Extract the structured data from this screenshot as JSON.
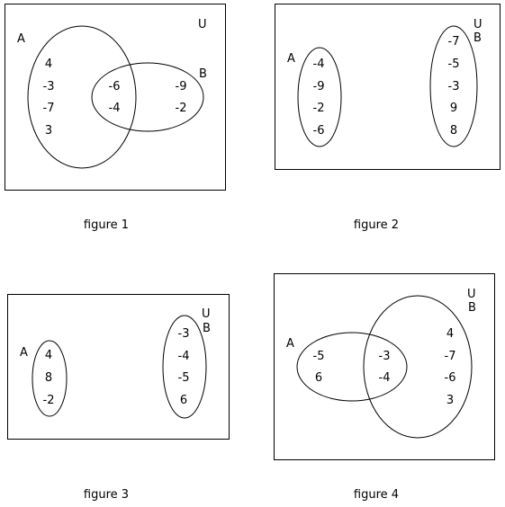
{
  "figures": [
    {
      "caption": "figure 1",
      "universe_label": "U",
      "set_a": {
        "label": "A",
        "only": [
          "4",
          "-3",
          "-7",
          "3"
        ]
      },
      "set_b": {
        "label": "B",
        "only": [
          "-9",
          "-2"
        ]
      },
      "intersection": [
        "-6",
        "-4"
      ]
    },
    {
      "caption": "figure 2",
      "universe_label": "U",
      "set_a": {
        "label": "A",
        "values": [
          "-4",
          "-9",
          "-2",
          "-6"
        ]
      },
      "set_b": {
        "label": "B",
        "values": [
          "-7",
          "-5",
          "-3",
          "9",
          "8"
        ]
      }
    },
    {
      "caption": "figure 3",
      "universe_label": "U",
      "set_a": {
        "label": "A",
        "values": [
          "4",
          "8",
          "-2"
        ]
      },
      "set_b": {
        "label": "B",
        "values": [
          "-3",
          "-4",
          "-5",
          "6"
        ]
      }
    },
    {
      "caption": "figure 4",
      "universe_label": "U",
      "set_a": {
        "label": "A",
        "only": [
          "-5",
          "6"
        ]
      },
      "set_b": {
        "label": "B",
        "only": [
          "4",
          "-7",
          "-6",
          "3"
        ]
      },
      "intersection": [
        "-3",
        "-4"
      ]
    }
  ]
}
